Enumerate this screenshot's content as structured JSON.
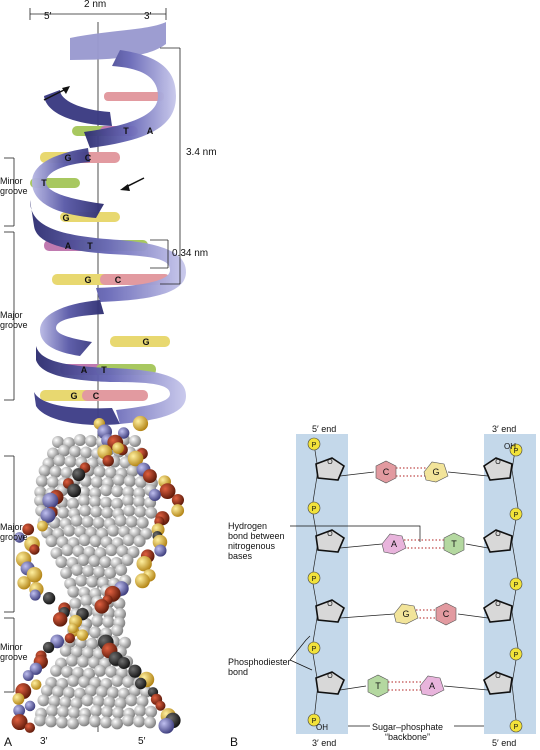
{
  "panel_a": {
    "letter": "A",
    "top_dim": "2 nm",
    "top_left_end": "5′",
    "top_right_end": "3′",
    "bottom_left_end": "3′",
    "bottom_right_end": "5′",
    "pitch": "3.4 nm",
    "rise": "0.34 nm",
    "minor_groove": "Minor\ngroove",
    "major_groove": "Major\ngroove",
    "minor_groove_lower": "Minor\ngroove",
    "major_groove_lower": "Major\ngroove",
    "base_pairs": [
      {
        "left": "T",
        "right": "A"
      },
      {
        "left": "G",
        "right": "C"
      },
      {
        "left": "T",
        "right": ""
      },
      {
        "left": "G",
        "right": ""
      },
      {
        "left": "A",
        "right": "T"
      },
      {
        "left": "G",
        "right": "C"
      },
      {
        "left": "",
        "right": "G"
      },
      {
        "left": "A",
        "right": "T"
      },
      {
        "left": "G",
        "right": "C"
      }
    ],
    "colors": {
      "ribbon": "#4a4a9a",
      "ribbon_light": "#9a9ad6",
      "A": "#c07ab0",
      "T": "#a8c860",
      "G": "#e8d870",
      "C": "#d88080",
      "atom_red": "#8a2a1a",
      "atom_yellow": "#e0b020",
      "atom_blue": "#5a5a9a",
      "atom_grey": "#9a9a9a"
    }
  },
  "panel_b": {
    "letter": "B",
    "left_top_end": "5′ end",
    "right_top_end": "3′ end",
    "left_bottom_end": "3′ end",
    "right_bottom_end": "5′ end",
    "hydrogen_bond_label": "Hydrogen\nbond between\nnitrogenous\nbases",
    "phosphodiester_label": "Phosphodiester\nbond",
    "backbone_label": "Sugar–phosphate\n“backbone”",
    "phosphate": "P",
    "oxygen": "O",
    "hydroxyl": "OH",
    "pairs": [
      {
        "left": "C",
        "right": "G"
      },
      {
        "left": "A",
        "right": "T"
      },
      {
        "left": "G",
        "right": "C"
      },
      {
        "left": "T",
        "right": "A"
      }
    ],
    "colors": {
      "backbone_band": "#c4d8ea",
      "phosphate": "#f2e23a",
      "A": "#e8b4dc",
      "T": "#b4d8a0",
      "G": "#f2e49a",
      "C": "#e29aa0",
      "hbond": "#b02020"
    }
  }
}
